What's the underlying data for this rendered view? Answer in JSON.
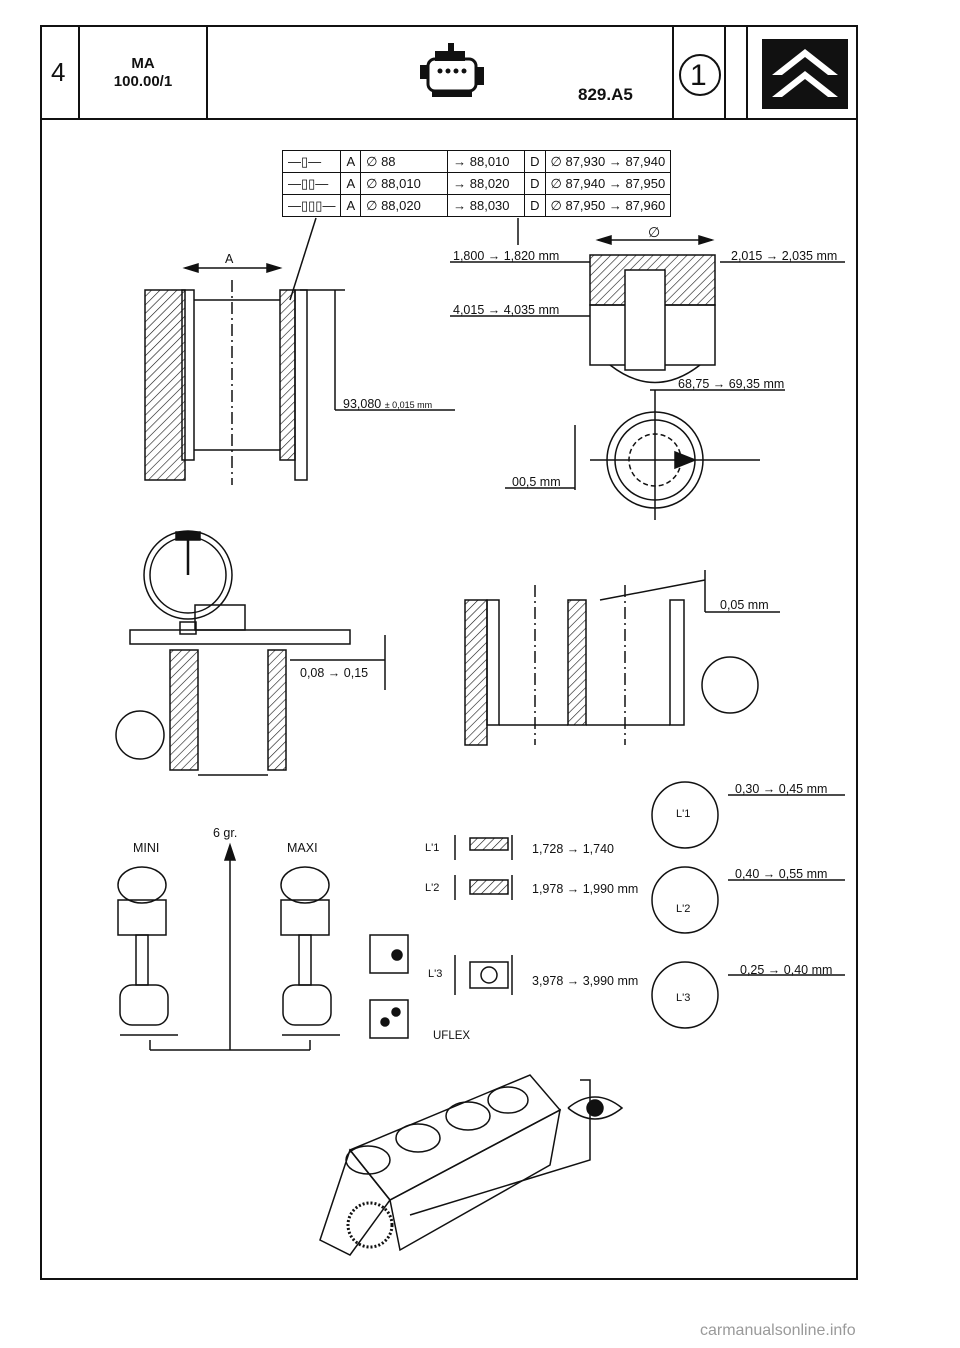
{
  "header": {
    "page_number": "4",
    "code_line1": "MA",
    "code_line2": "100.00/1",
    "ref": "829.A5",
    "circle_number": "1",
    "engine_icon": "engine-icon",
    "logo_icon": "double-chevron-logo-icon"
  },
  "spec_table": {
    "rows": [
      {
        "class": "A",
        "liner": "∅ 88",
        "liner_range": "→ 88,010",
        "piston_class": "D",
        "piston": "∅ 87,930 → 87,940"
      },
      {
        "class": "A",
        "liner": "∅ 88,010",
        "liner_range": "→ 88,020",
        "piston_class": "D",
        "piston": "∅ 87,940 → 87,950"
      },
      {
        "class": "A",
        "liner": "∅ 88,020",
        "liner_range": "→ 88,030",
        "piston_class": "D",
        "piston": "∅ 87,950 → 87,960"
      }
    ]
  },
  "labels": {
    "liner_dim_a": "A",
    "liner_height": "93,080",
    "liner_height_tol": "± 0,015 mm",
    "diameter_symbol": "∅",
    "groove1": "1,800 → 1,820 mm",
    "groove2": "2,015 → 2,035 mm",
    "groove3": "4,015 → 4,035 mm",
    "piston_height": "68,75 → 69,35 mm",
    "offset": "00,5 mm",
    "protrusion": "0,08 → 0,15",
    "diff": "0,05 mm",
    "mini": "MINI",
    "weight": "6 gr.",
    "maxi": "MAXI",
    "uflex": "UFLEX"
  },
  "rings": [
    {
      "name": "L'1",
      "width": "1,728 → 1,740",
      "gap_name": "L'1",
      "gap": "0,30 → 0,45 mm"
    },
    {
      "name": "L'2",
      "width": "1,978 → 1,990 mm",
      "gap_name": "L'2",
      "gap": "0,40 → 0,55 mm"
    },
    {
      "name": "L'3",
      "width": "3,978 → 3,990 mm",
      "gap_name": "L'3",
      "gap": "0,25 → 0,40 mm"
    }
  ],
  "footer": {
    "watermark": "carmanualsonline.info"
  }
}
